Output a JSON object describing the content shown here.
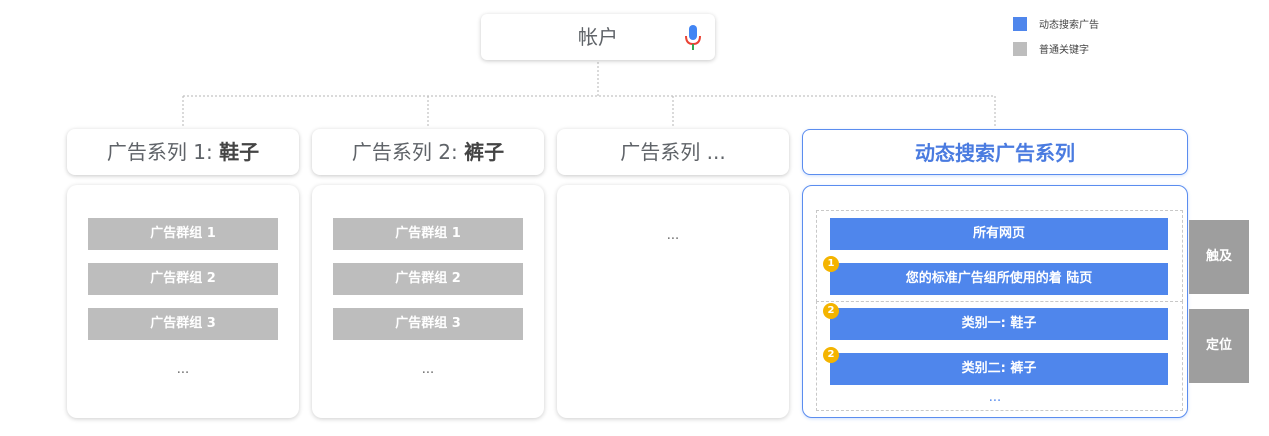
{
  "account": {
    "label": "帐户"
  },
  "legend": [
    {
      "label": "动态搜索广告",
      "color": "#4f86ec"
    },
    {
      "label": "普通关键字",
      "color": "#bdbdbd"
    }
  ],
  "campaigns": [
    {
      "prefix": "广告系列 1: ",
      "bold": "鞋子",
      "ad_groups": [
        "广告群组 1",
        "广告群组 2",
        "广告群组 3"
      ],
      "more": "..."
    },
    {
      "prefix": "广告系列 2: ",
      "bold": "裤子",
      "ad_groups": [
        "广告群组 1",
        "广告群组 2",
        "广告群组 3"
      ],
      "more": "..."
    },
    {
      "prefix": "广告系列 ...",
      "bold": "",
      "more": "..."
    }
  ],
  "dsa_campaign": {
    "title": "动态搜索广告系列",
    "targets": [
      "所有网页",
      "您的标准广告组所使用的着 陆页",
      "类别一: 鞋子",
      "类别二: 裤子"
    ],
    "badges": [
      "1",
      "2",
      "2"
    ],
    "more": "..."
  },
  "side_tabs": {
    "reach": "触及",
    "targeting": "定位"
  }
}
